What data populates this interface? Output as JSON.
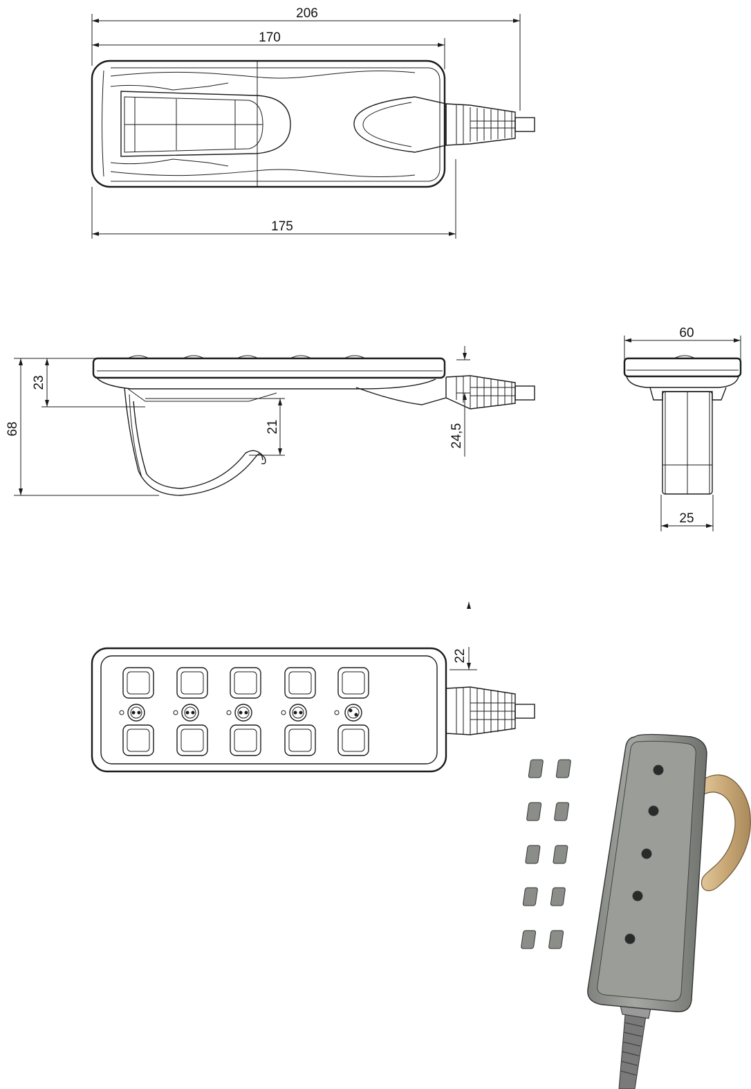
{
  "dimensions": {
    "top_view": {
      "overall_length": "206",
      "body_length": "170",
      "base_length": "175"
    },
    "side_view": {
      "total_height": "68",
      "body_height": "23",
      "hook_gap": "21",
      "cable_height": "24,5"
    },
    "end_view": {
      "width": "60",
      "clip_width": "25"
    },
    "front_view": {
      "cable_diameter": "22"
    }
  },
  "colors": {
    "line": "#1a1a1a",
    "render_body": "#8c8f8a",
    "render_face": "#9a9d98",
    "render_hook": "#c9a876",
    "render_cable": "#707070"
  }
}
